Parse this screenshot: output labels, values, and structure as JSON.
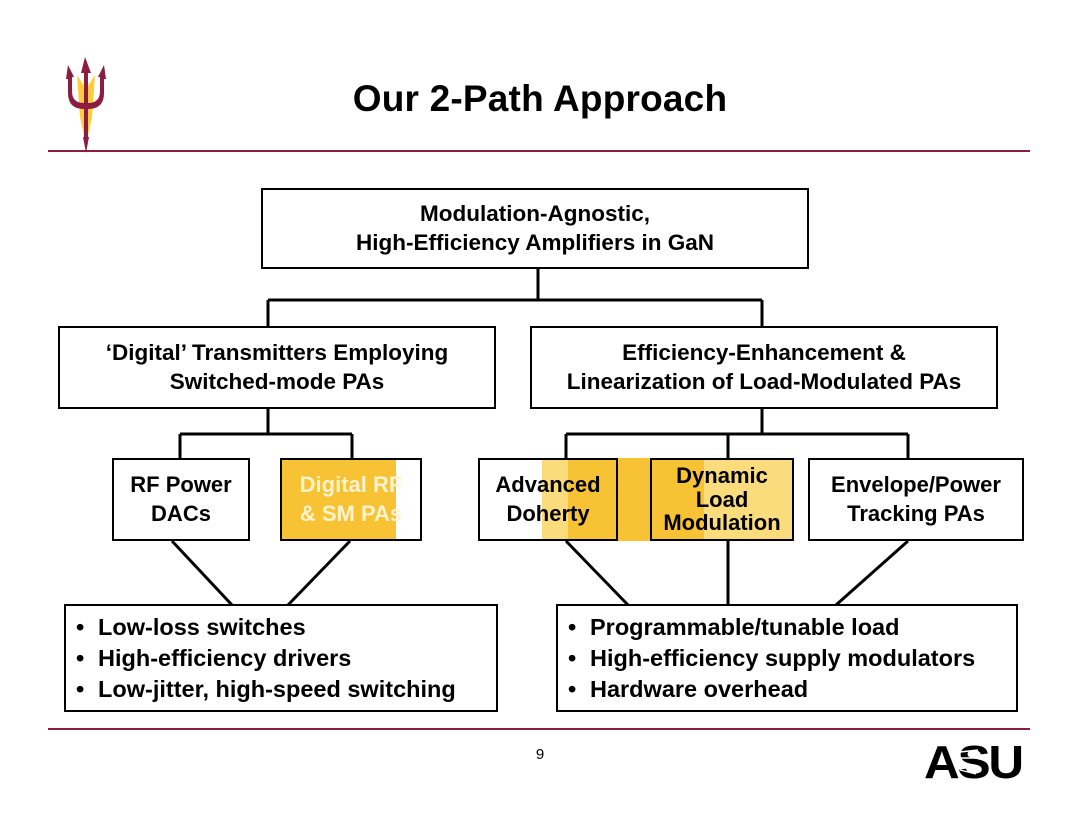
{
  "slide": {
    "title": "Our 2-Path Approach",
    "page_number": "9"
  },
  "colors": {
    "rule": "#8c1d40",
    "highlight": "#f7c233",
    "highlight_light": "#fbdc7c",
    "trident": "#8c1d40",
    "flame": "#ffc627"
  },
  "icons": {
    "logo_left": "asu-pitchfork-logo",
    "logo_right": "asu-wordmark-logo"
  },
  "diagram": {
    "root": {
      "line1": "Modulation-Agnostic,",
      "line2": "High-Efficiency Amplifiers in GaN"
    },
    "left_branch": {
      "line1": "‘Digital’ Transmitters Employing",
      "line2": "Switched-mode PAs"
    },
    "right_branch": {
      "line1": "Efficiency-Enhancement &",
      "line2": "Linearization of Load-Modulated PAs"
    },
    "leaves": {
      "rf_power_dacs": {
        "line1": "RF Power",
        "line2": "DACs"
      },
      "digital_rf": {
        "line1": "Digital RF",
        "line2": "& SM PAs"
      },
      "advanced_doherty": {
        "line1": "Advanced",
        "line2": "Doherty"
      },
      "dynamic_load": {
        "line1": "Dynamic",
        "line2": "Load",
        "line3": "Modulation"
      },
      "envelope_tracking": {
        "line1": "Envelope/Power",
        "line2": "Tracking PAs"
      }
    },
    "left_challenges": [
      "Low-loss switches",
      "High-efficiency drivers",
      "Low-jitter, high-speed switching"
    ],
    "right_challenges": [
      "Programmable/tunable load",
      "High-efficiency supply modulators",
      "Hardware overhead"
    ]
  },
  "footer": {
    "logo_text": "ASU"
  }
}
